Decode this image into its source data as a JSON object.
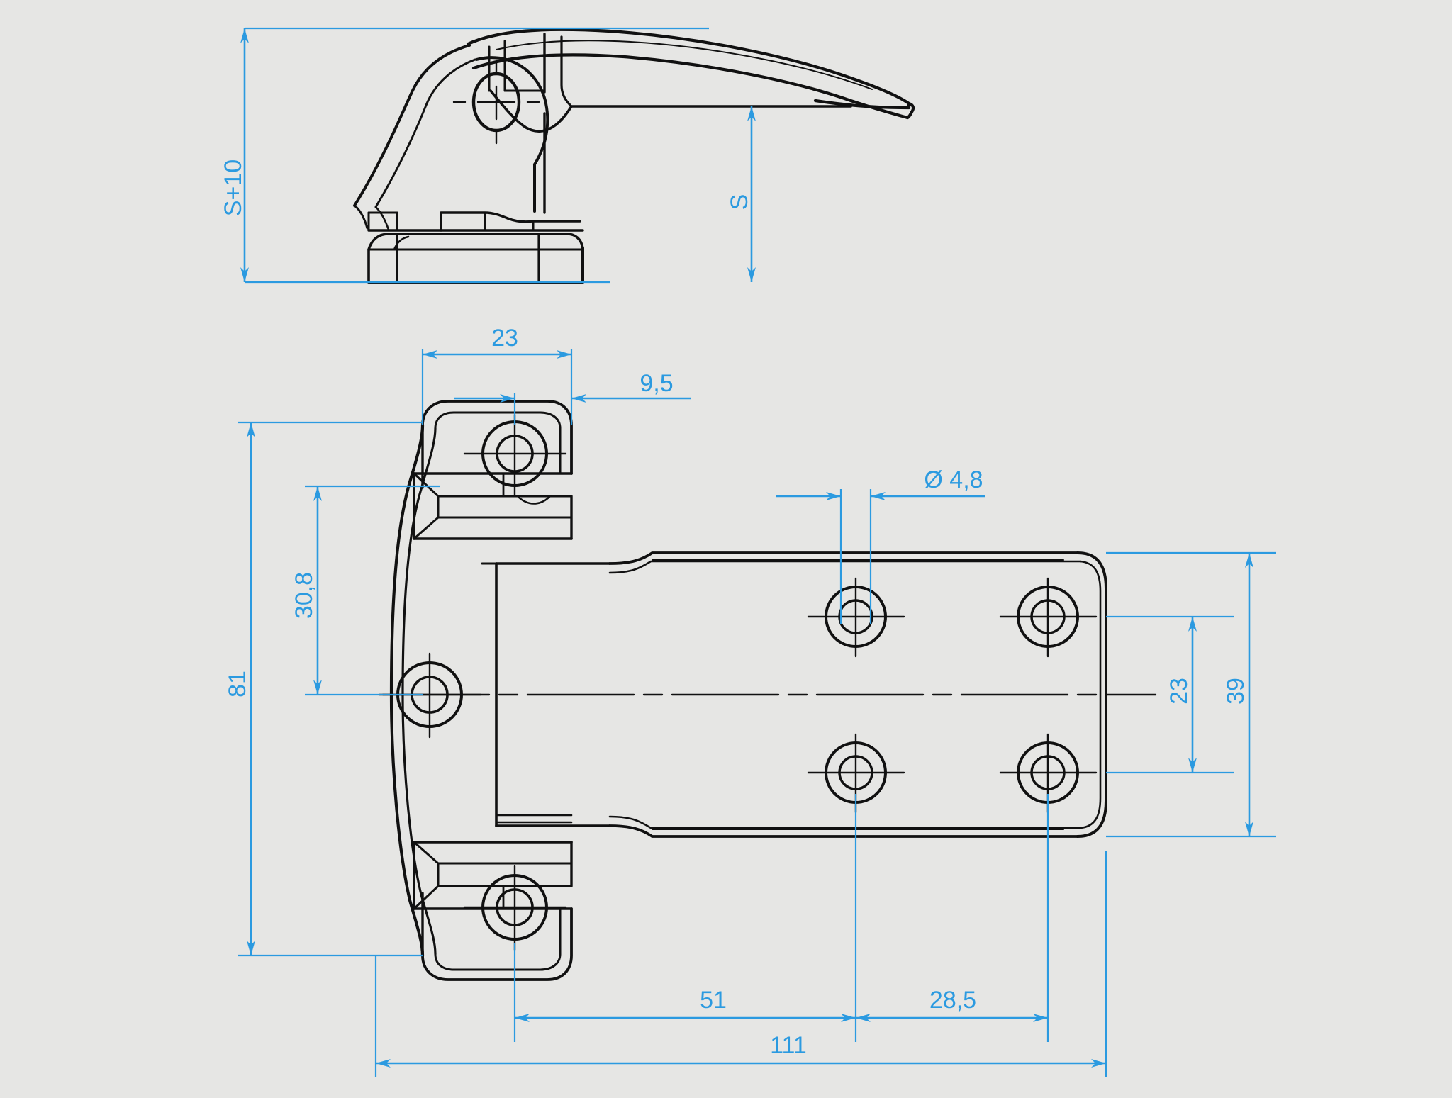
{
  "sheet": {
    "background_color": "#e6e6e4",
    "line_color": "#111111",
    "dimension_color": "#2b9ae0",
    "title": "Technical drawing - door handle hinge"
  },
  "views": [
    {
      "id": "side-elevation",
      "name": "side-elevation-view"
    },
    {
      "id": "plan-view",
      "name": "plan-view"
    }
  ],
  "dimensions": {
    "s_plus_10": "S+10",
    "s": "S",
    "w23_top": "23",
    "w9_5": "9,5",
    "dia_48": "Ø 4,8",
    "h30_8": "30,8",
    "h81": "81",
    "h23_right": "23",
    "h39_right": "39",
    "w51": "51",
    "w28_5": "28,5",
    "w111": "111"
  },
  "chart_data": {
    "type": "table",
    "title": "Hinge dimension callouts (mm)",
    "categories": [
      "S+10",
      "S",
      "23",
      "9,5",
      "Ø 4,8",
      "30,8",
      "81",
      "23",
      "39",
      "51",
      "28,5",
      "111"
    ],
    "values": [
      null,
      null,
      23,
      9.5,
      4.8,
      30.8,
      81,
      23,
      39,
      51,
      28.5,
      111
    ]
  }
}
